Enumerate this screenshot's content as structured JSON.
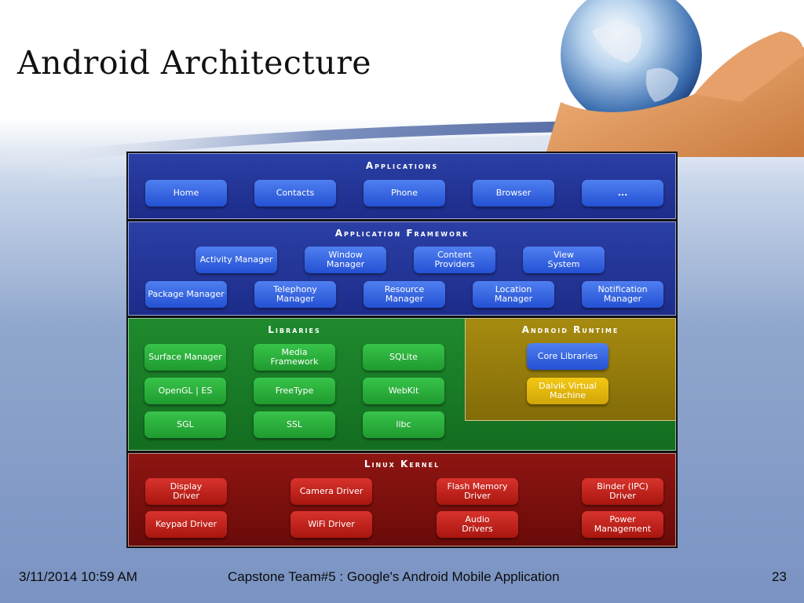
{
  "title": "Android Architecture",
  "colors": {
    "applications_bg": "#1d2c8a",
    "framework_bg": "#1d2c8a",
    "libraries_bg": "#136d20",
    "runtime_bg": "#836c08",
    "kernel_bg": "#6a0b09"
  },
  "applications": {
    "title": "Applications",
    "items": [
      "Home",
      "Contacts",
      "Phone",
      "Browser",
      "..."
    ]
  },
  "framework": {
    "title": "Application Framework",
    "items": [
      "Activity Manager",
      "Window\nManager",
      "Content\nProviders",
      "View\nSystem",
      "Package Manager",
      "Telephony\nManager",
      "Resource\nManager",
      "Location\nManager",
      "Notification\nManager"
    ]
  },
  "libraries": {
    "title": "Libraries",
    "items": [
      "Surface Manager",
      "Media\nFramework",
      "SQLite",
      "OpenGL | ES",
      "FreeType",
      "WebKit",
      "SGL",
      "SSL",
      "libc"
    ]
  },
  "runtime": {
    "title": "Android Runtime",
    "items": [
      "Core Libraries",
      "Dalvik Virtual\nMachine"
    ]
  },
  "kernel": {
    "title": "Linux Kernel",
    "items": [
      "Display\nDriver",
      "Camera Driver",
      "Flash Memory\nDriver",
      "Binder (IPC)\nDriver",
      "Keypad Driver",
      "WiFi Driver",
      "Audio\nDrivers",
      "Power\nManagement"
    ]
  },
  "footer": {
    "date": "3/11/2014 10:59 AM",
    "center": "Capstone Team#5 : Google's Android Mobile Application",
    "page": "23"
  }
}
